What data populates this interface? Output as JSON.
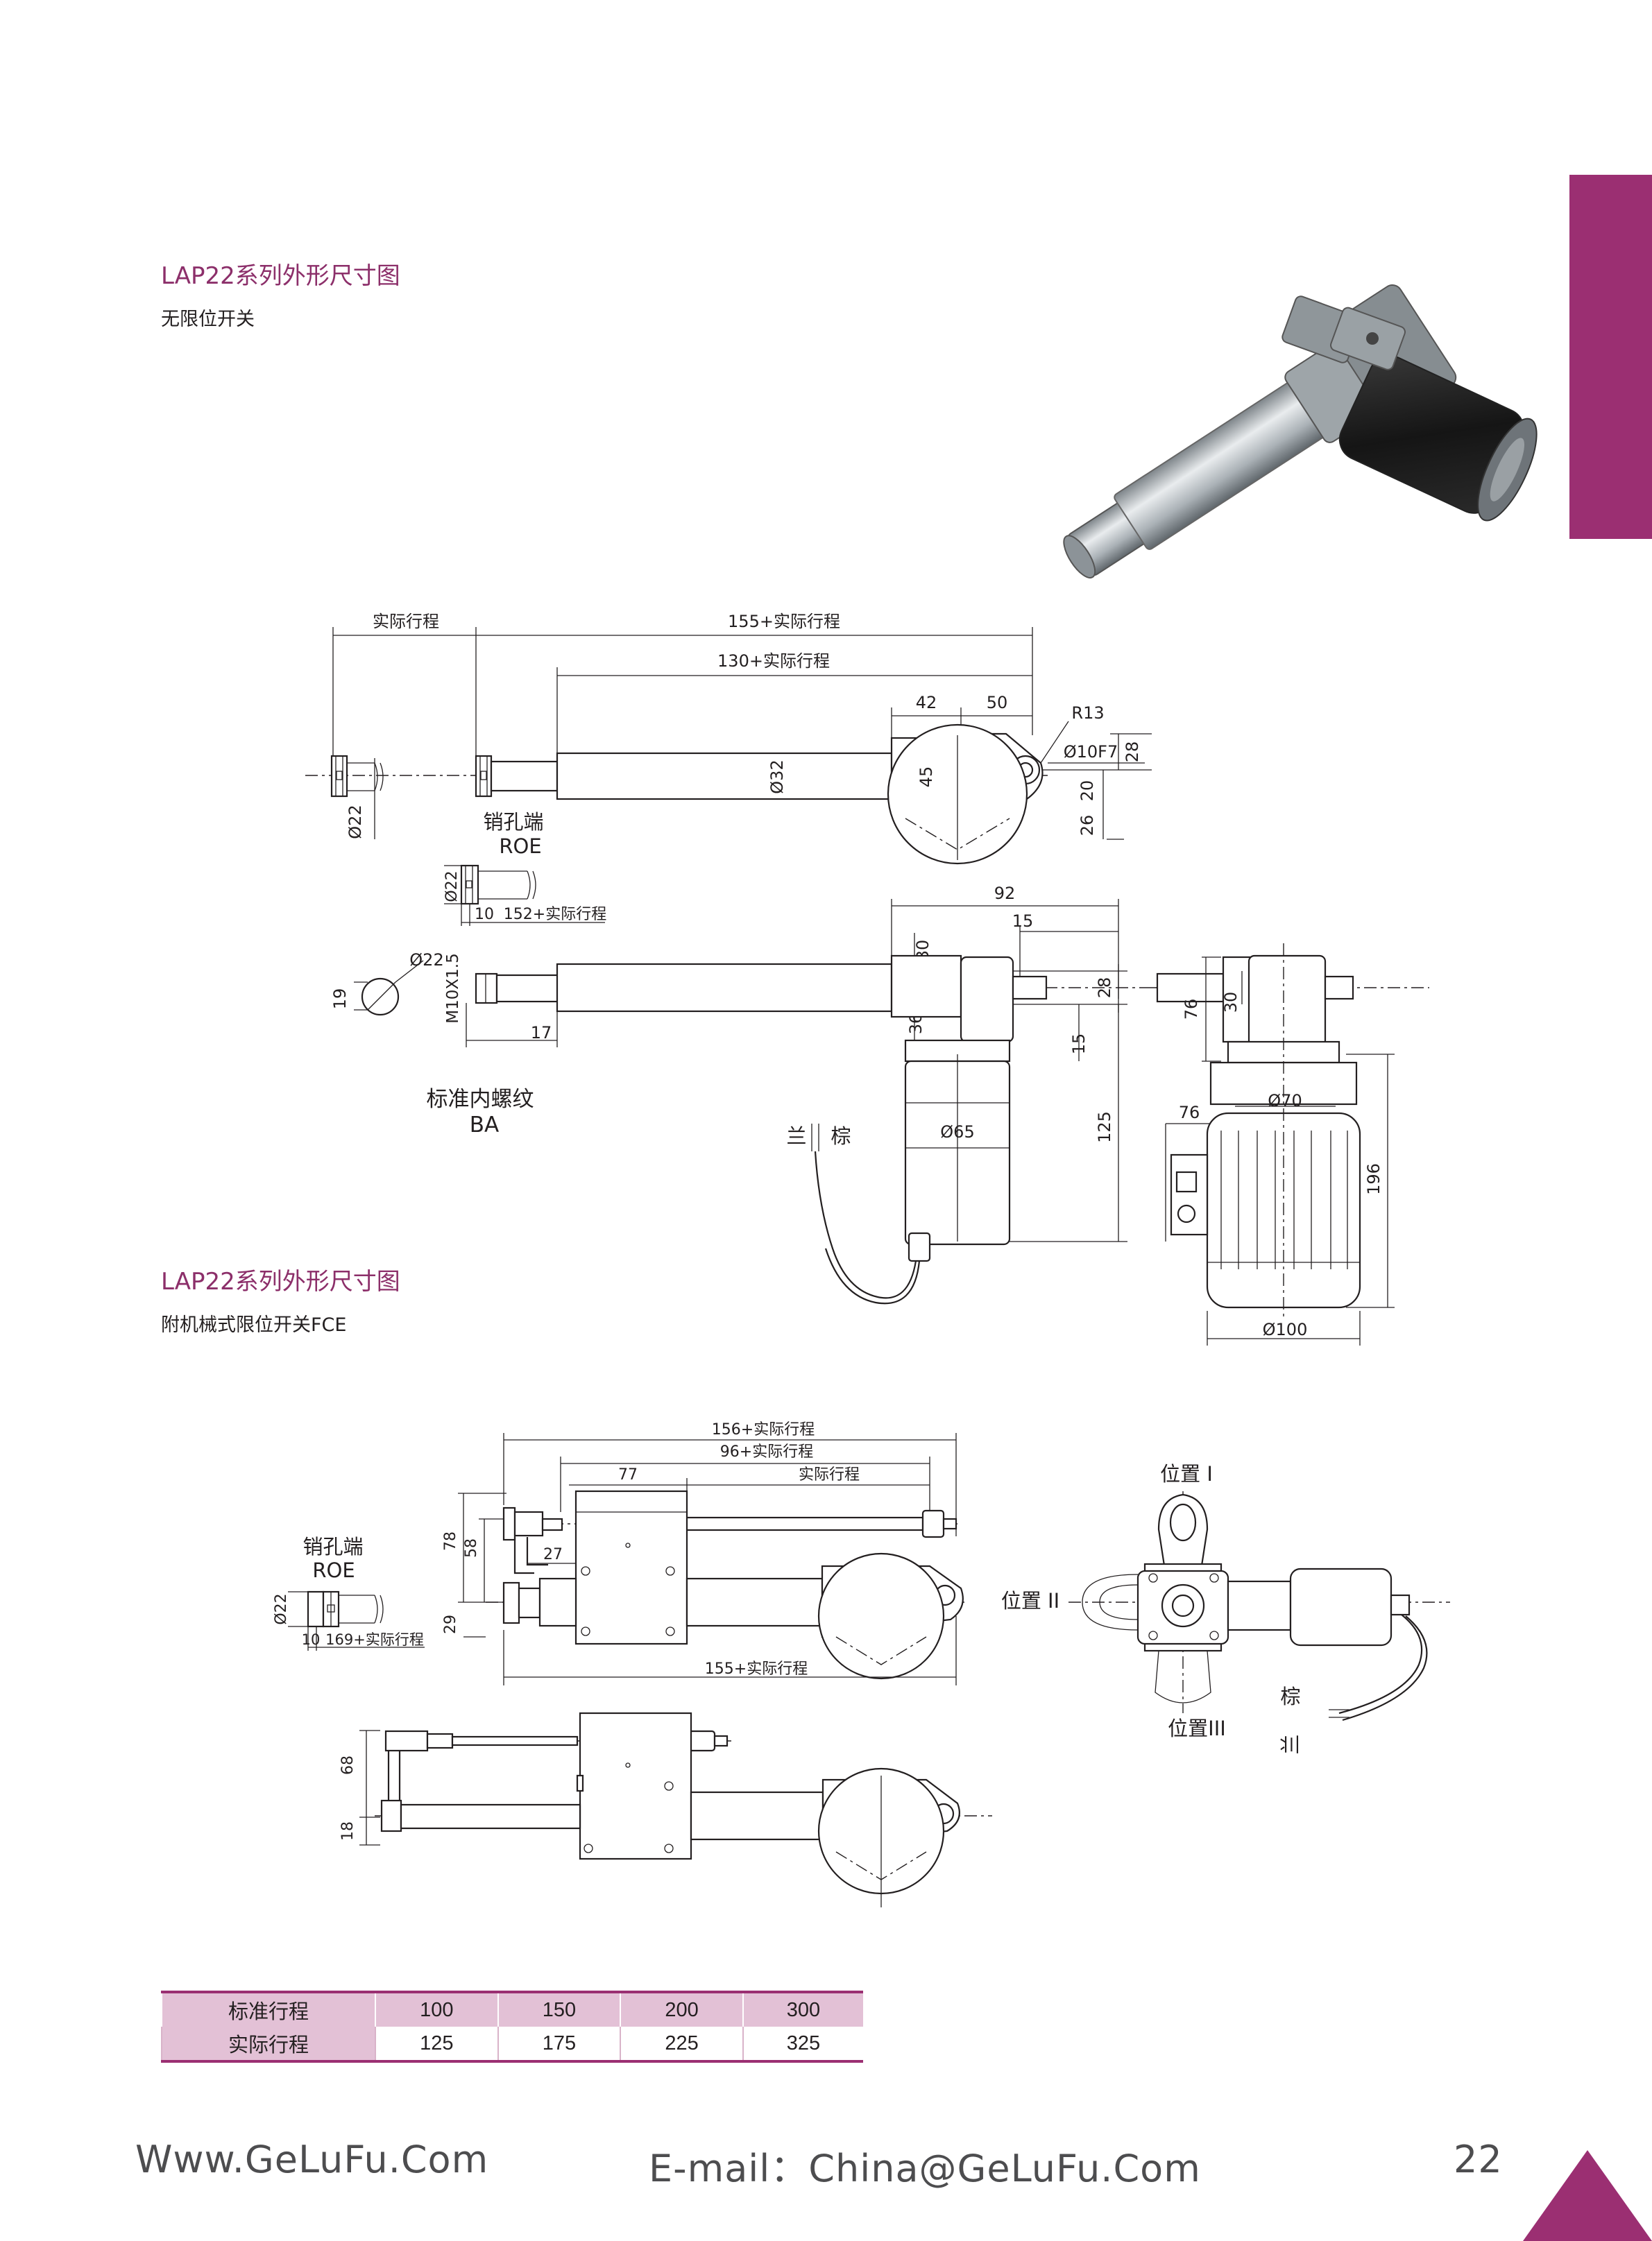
{
  "section1": {
    "title": "LAP22系列外形尺寸图",
    "subtitle": "无限位开关"
  },
  "section2": {
    "title": "LAP22系列外形尺寸图",
    "subtitle": "附机械式限位开关FCE"
  },
  "drawing1": {
    "dims": {
      "actual_stroke": "实际行程",
      "d155": "155+实际行程",
      "d130": "130+实际行程",
      "d42": "42",
      "d50": "50",
      "r13": "R13",
      "d10f7": "Ø10F7",
      "d28": "28",
      "d20": "20",
      "d26": "26",
      "d45": "45",
      "d32": "Ø32",
      "d22": "Ø22"
    },
    "pin_end": "销孔端",
    "roe": "ROE",
    "roe_dims": {
      "d22": "Ø22",
      "d10": "10",
      "d152": "152+实际行程"
    }
  },
  "drawing2": {
    "dims": {
      "d92": "92",
      "d15a": "15",
      "d30": "30",
      "d28": "28",
      "d36": "36",
      "d15b": "15",
      "d125": "125",
      "d65": "Ø65",
      "d22": "Ø22",
      "d19": "19",
      "m10": "M10X1.5",
      "d17": "17"
    },
    "thread_label": "标准内螺纹",
    "ba": "BA",
    "wire_blue": "兰",
    "wire_brown": "棕"
  },
  "drawing3": {
    "dims": {
      "d76a": "76",
      "d30": "30",
      "d76b": "76",
      "d70": "Ø70",
      "d196": "196",
      "d100": "Ø100"
    }
  },
  "drawing4": {
    "dims": {
      "d156": "156+实际行程",
      "d96": "96+实际行程",
      "d77": "77",
      "actual_stroke": "实际行程",
      "d78": "78",
      "d58": "58",
      "d27": "27",
      "d29": "29",
      "d155": "155+实际行程",
      "d68": "68",
      "d18": "18"
    },
    "pin_end": "销孔端",
    "roe": "ROE",
    "roe_dims": {
      "d22": "Ø22",
      "d10": "10",
      "d169": "169+实际行程"
    }
  },
  "drawing5": {
    "pos1": "位置 I",
    "pos2": "位置 II",
    "pos3": "位置III",
    "wire_brown": "棕",
    "wire_blue": "兰"
  },
  "table": {
    "rows": [
      {
        "head": "标准行程",
        "values": [
          "100",
          "150",
          "200",
          "300"
        ]
      },
      {
        "head": "实际行程",
        "values": [
          "125",
          "175",
          "225",
          "325"
        ]
      }
    ]
  },
  "footer": {
    "website": "Www.GeLuFu.Com",
    "email": "E-mail：China@GeLuFu.Com",
    "page_number": "22"
  },
  "colors": {
    "accent": "#9b2f72",
    "table_fill": "#e3c1d6",
    "text": "#231f20"
  }
}
